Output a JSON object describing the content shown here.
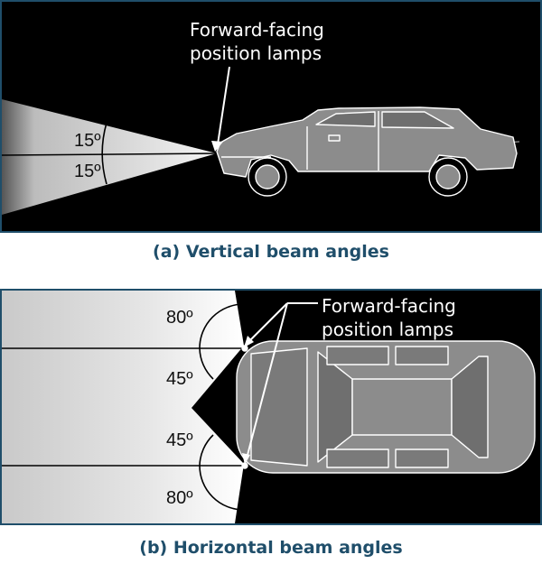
{
  "panel_a": {
    "callout_line1": "Forward-facing",
    "callout_line2": "position lamps",
    "angle_upper": "15º",
    "angle_lower": "15º",
    "caption": "(a) Vertical beam angles"
  },
  "panel_b": {
    "callout_line1": "Forward-facing",
    "callout_line2": "position lamps",
    "angle_top_outer": "80º",
    "angle_top_inner": "45º",
    "angle_bottom_inner": "45º",
    "angle_bottom_outer": "80º",
    "caption": "(b) Horizontal beam angles"
  },
  "colors": {
    "background": "#000000",
    "frame": "#1f4e6a",
    "caption": "#1f4e6a",
    "car_fill": "#8c8c8c",
    "car_stroke": "#ffffff"
  }
}
